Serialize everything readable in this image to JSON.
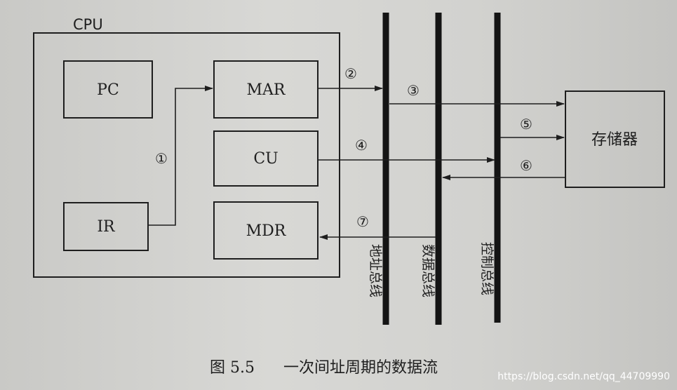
{
  "diagram": {
    "cpu_label": "CPU",
    "registers": {
      "pc": "PC",
      "mar": "MAR",
      "cu": "CU",
      "ir": "IR",
      "mdr": "MDR"
    },
    "memory": "存储器",
    "buses": {
      "address": "地址总线",
      "data": "数据总线",
      "control": "控制总线"
    },
    "steps": {
      "s1": "①",
      "s2": "②",
      "s3": "③",
      "s4": "④",
      "s5": "⑤",
      "s6": "⑥",
      "s7": "⑦"
    }
  },
  "caption": {
    "number": "图 5.5",
    "title": "一次间址周期的数据流"
  },
  "watermark": "https://blog.csdn.net/qq_44709990"
}
